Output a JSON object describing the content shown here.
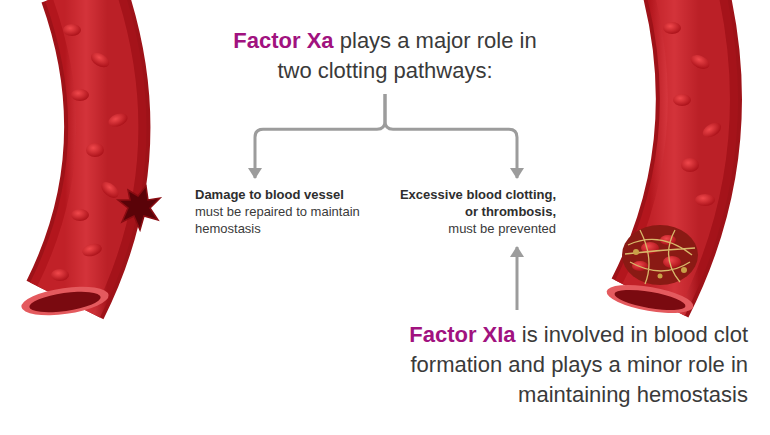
{
  "diagram": {
    "nodes": [
      {
        "text": [
          "Factor Xa",
          "plays a major role in two clotting pathways:"
        ]
      },
      {
        "text": [
          "Damage to blood vessel",
          "must be repaired to maintain hemostasis"
        ]
      },
      {
        "text": [
          "Excessive blood clotting, or thrombosis,",
          "must be prevented"
        ]
      },
      {
        "text": [
          "Factor XIa",
          "is involved in blood clot formation and plays a minor role in maintaining hemostasis"
        ]
      }
    ],
    "edges": [
      {
        "from": 0,
        "to": 1,
        "arrow": "to"
      },
      {
        "from": 0,
        "to": 2,
        "arrow": "to"
      },
      {
        "from": 3,
        "to": 2,
        "arrow": "to"
      }
    ]
  }
}
